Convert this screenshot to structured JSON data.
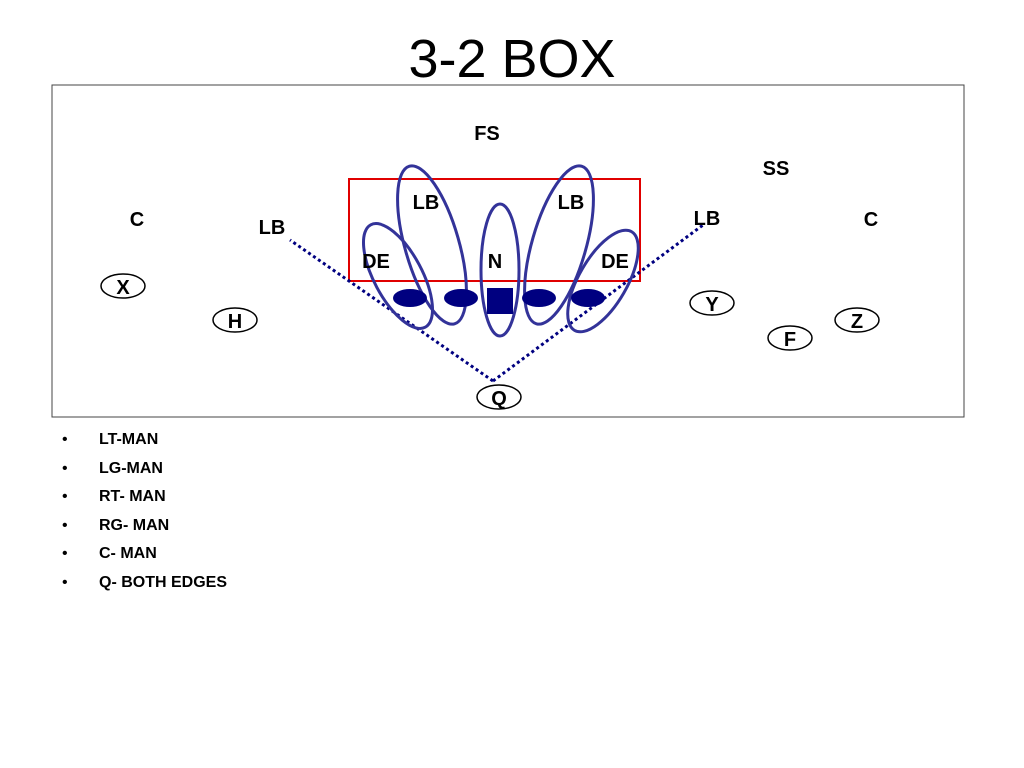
{
  "slide": {
    "title": "3-2 BOX"
  },
  "diagram": {
    "defense": {
      "fs": "FS",
      "ss": "SS",
      "corner_left": "C",
      "corner_right": "C",
      "lb_outside_left": "LB",
      "lb_inside_left": "LB",
      "lb_inside_right": "LB",
      "lb_outside_right": "LB",
      "de_left": "DE",
      "nose": "N",
      "de_right": "DE"
    },
    "offense": {
      "x": "X",
      "h": "H",
      "y": "Y",
      "z": "Z",
      "f": "F",
      "q": "Q"
    },
    "colors": {
      "line": "#000080",
      "box": "#e00000",
      "circle_stroke": "#333399",
      "field_border": "#444444"
    }
  },
  "assignments": [
    "LT-MAN",
    "LG-MAN",
    "RT- MAN",
    "RG- MAN",
    "C- MAN",
    "Q- BOTH EDGES"
  ]
}
